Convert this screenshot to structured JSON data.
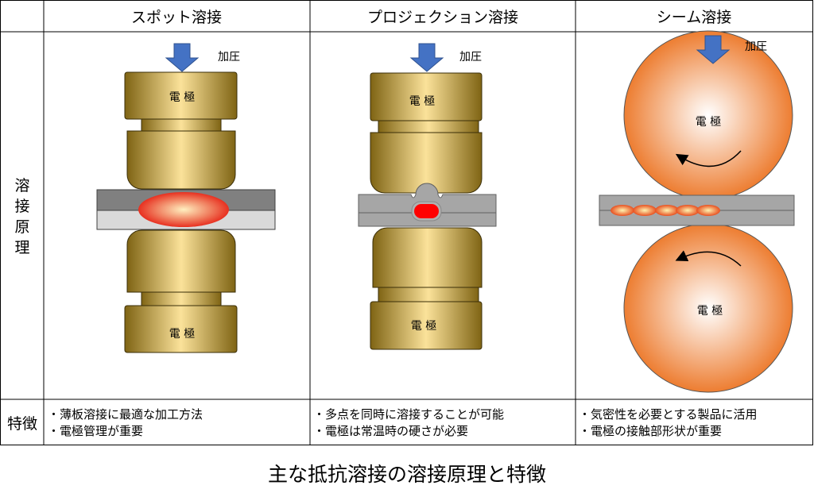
{
  "headers": [
    "スポット溶接",
    "プロジェクション溶接",
    "シーム溶接"
  ],
  "row_labels": {
    "principle": [
      "溶",
      "接",
      "原",
      "理"
    ],
    "features": "特徴"
  },
  "diagram_labels": {
    "pressure": "加圧",
    "electrode": "電 極"
  },
  "features": [
    [
      "・薄板溶接に最適な加工方法",
      "・電極管理が重要"
    ],
    [
      "・多点を同時に溶接することが可能",
      "・電極は常温時の硬さが必要"
    ],
    [
      "・気密性を必要とする製品に活用",
      "・電極の接触部形状が重要"
    ]
  ],
  "caption": "主な抵抗溶接の溶接原理と特徴",
  "colors": {
    "arrow": "#4472c4",
    "nugget": "#ff0000",
    "sheet_dark": "#808080",
    "sheet_light": "#d9d9d9",
    "wheel": "#ed7d31"
  }
}
